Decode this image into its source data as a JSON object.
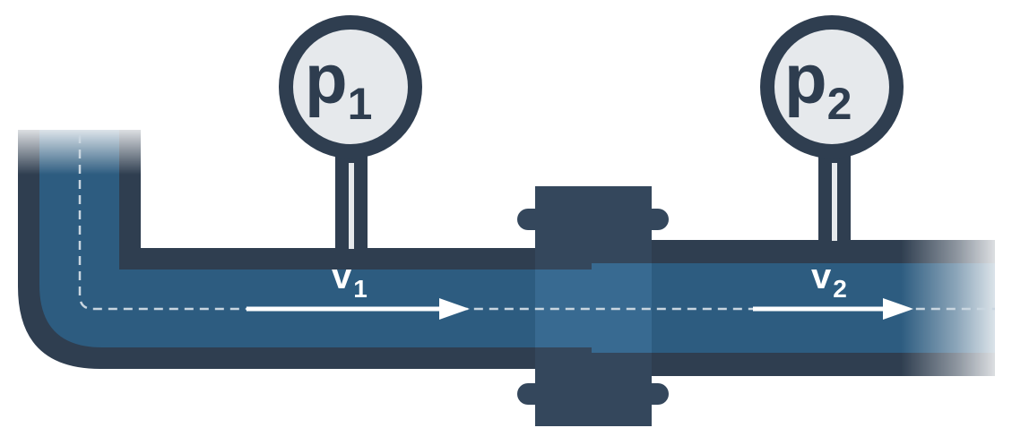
{
  "gauges": [
    {
      "id": "p1",
      "symbol": "p",
      "subscript": "1"
    },
    {
      "id": "p2",
      "symbol": "p",
      "subscript": "2"
    }
  ],
  "velocities": [
    {
      "id": "v1",
      "symbol": "v",
      "subscript": "1"
    },
    {
      "id": "v2",
      "symbol": "v",
      "subscript": "2"
    }
  ],
  "colors": {
    "pipe_wall": "#2f3e50",
    "fluid": "#2d5c80",
    "fluid_light": "#386a91",
    "gauge_face": "#e6e9ec",
    "flange": "#34475c",
    "arrow": "#ffffff"
  }
}
